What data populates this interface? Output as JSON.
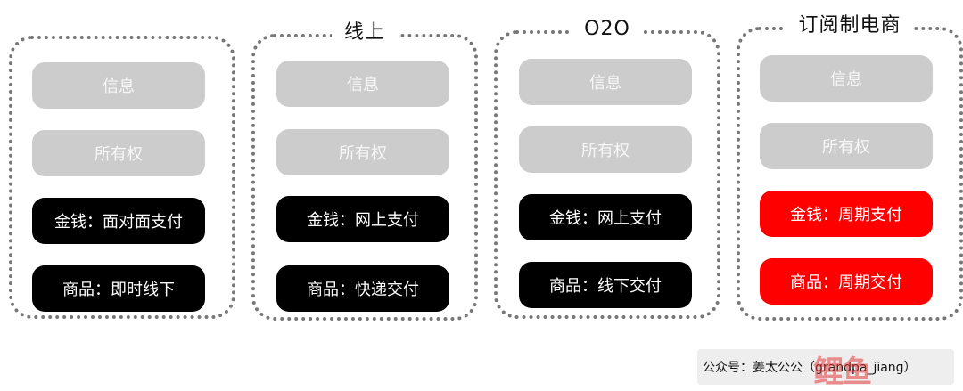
{
  "panels": [
    {
      "title": "",
      "items": [
        {
          "label": "信息",
          "style": "gray"
        },
        {
          "label": "所有权",
          "style": "gray"
        },
        {
          "label": "金钱：面对面支付",
          "style": "black"
        },
        {
          "label": "商品：即时线下",
          "style": "black"
        }
      ]
    },
    {
      "title": "线上",
      "items": [
        {
          "label": "信息",
          "style": "gray"
        },
        {
          "label": "所有权",
          "style": "gray"
        },
        {
          "label": "金钱：网上支付",
          "style": "black"
        },
        {
          "label": "商品：快递交付",
          "style": "black"
        }
      ]
    },
    {
      "title": "O2O",
      "items": [
        {
          "label": "信息",
          "style": "gray"
        },
        {
          "label": "所有权",
          "style": "gray"
        },
        {
          "label": "金钱：网上支付",
          "style": "black"
        },
        {
          "label": "商品：线下交付",
          "style": "black"
        }
      ]
    },
    {
      "title": "订阅制电商",
      "items": [
        {
          "label": "信息",
          "style": "gray"
        },
        {
          "label": "所有权",
          "style": "gray"
        },
        {
          "label": "金钱：周期支付",
          "style": "red"
        },
        {
          "label": "商品：周期交付",
          "style": "red"
        }
      ]
    }
  ],
  "watermark": {
    "text": "公众号：姜太公公（grandpa_jiang）",
    "logo": "鲤鱼"
  },
  "colors": {
    "gray": "#cccccc",
    "black": "#000000",
    "red": "#ff0000",
    "border": "#777777"
  }
}
